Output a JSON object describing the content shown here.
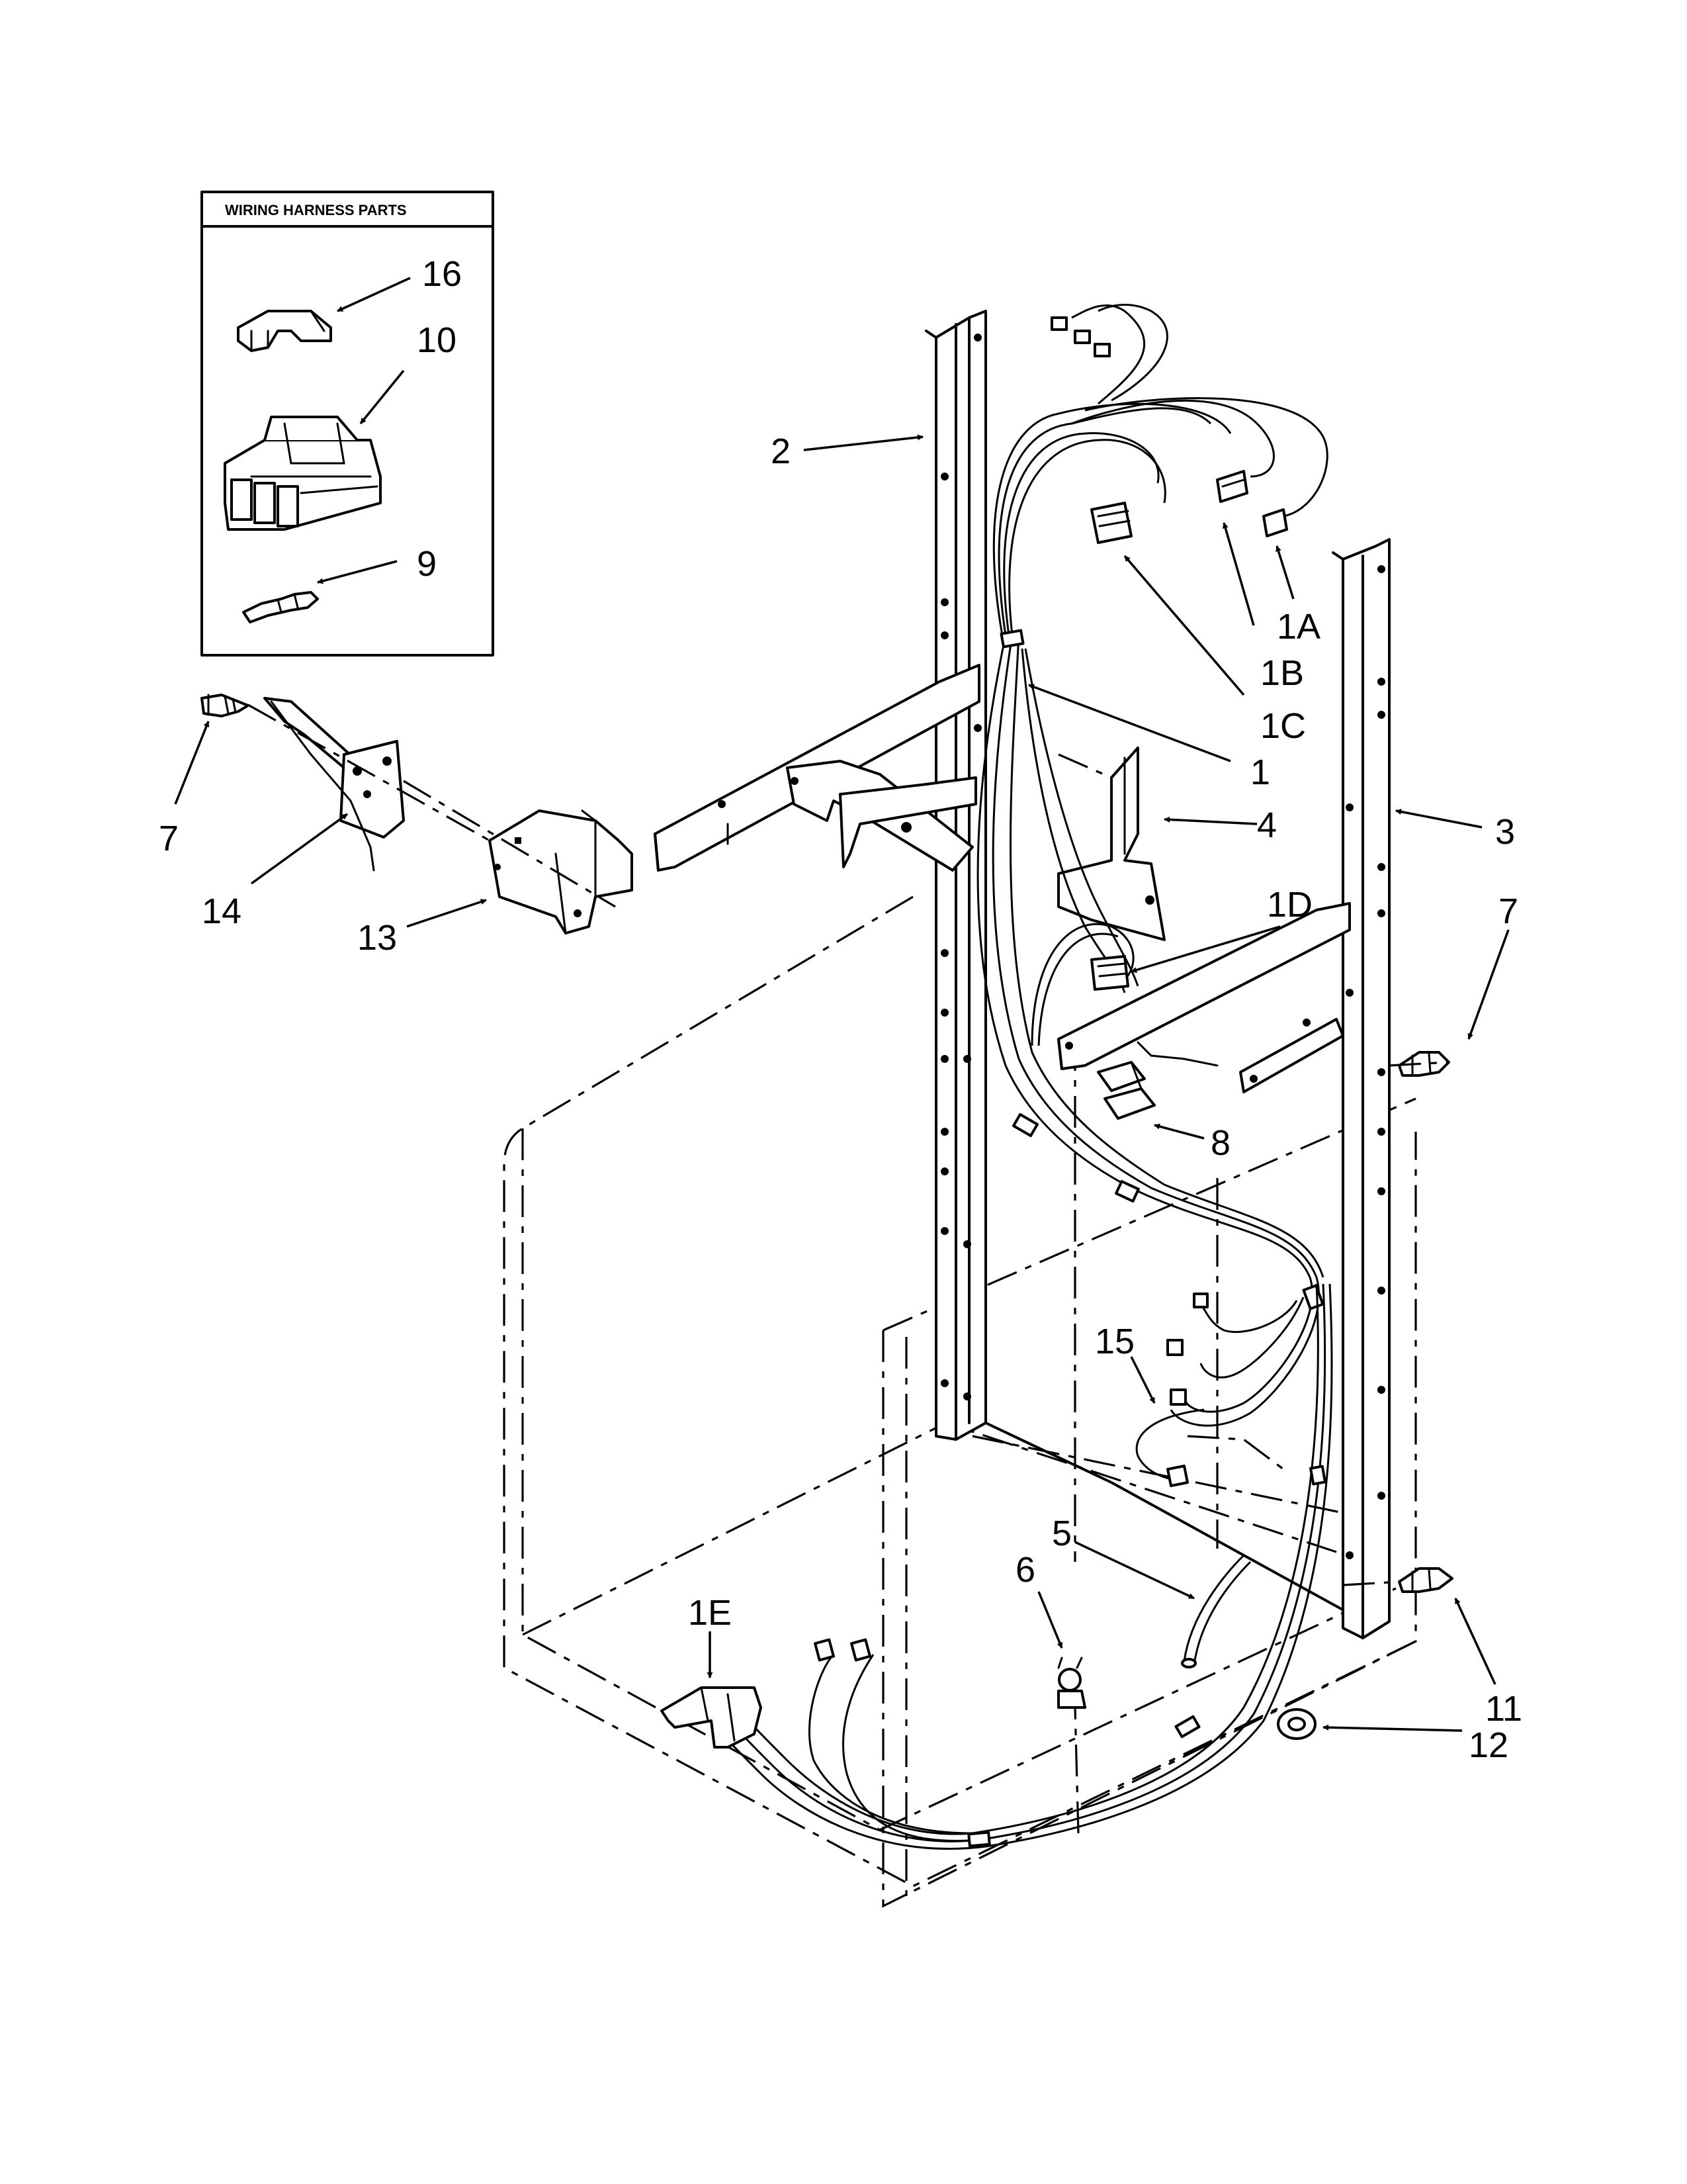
{
  "inset": {
    "title": "WIRING HARNESS PARTS"
  },
  "callouts": {
    "c16": "16",
    "c10": "10",
    "c9": "9",
    "c2": "2",
    "c1A": "1A",
    "c1B": "1B",
    "c1C": "1C",
    "c1": "1",
    "c3": "3",
    "c4": "4",
    "c1D": "1D",
    "c7a": "7",
    "c7b": "7",
    "c14": "14",
    "c13": "13",
    "c8": "8",
    "c15": "15",
    "c5": "5",
    "c6": "6",
    "c1E": "1E",
    "c11": "11",
    "c12": "12"
  }
}
